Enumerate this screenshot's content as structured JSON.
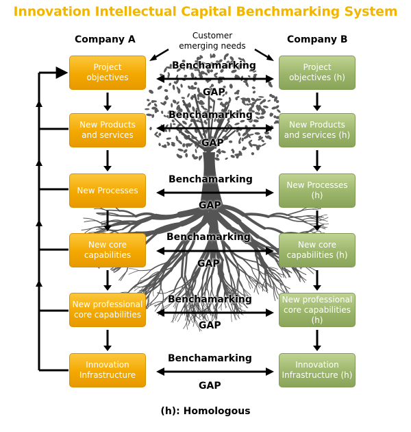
{
  "title": "Innovation Intellectual Capital Benchmarking System",
  "company_a": "Company A",
  "company_b": "Company B",
  "customer_line1": "Customer",
  "customer_line2": "emerging needs",
  "benchmark_label": "Benchamarking",
  "gap_label": "GAP",
  "footnote": "(h): Homologous",
  "rows": [
    {
      "a": "Project objectives",
      "b": "Project objectives (h)"
    },
    {
      "a": "New Products and services",
      "b": "New Products and services (h)"
    },
    {
      "a": "New Processes",
      "b": "New Processes (h)"
    },
    {
      "a": "New core capabilities",
      "b": "New core capabilities (h)"
    },
    {
      "a": "New professional core capabilities",
      "b": "New professional core capabilities (h)"
    },
    {
      "a": "Innovation Infrastructure",
      "b": "Innovation Infrastructure (h)"
    }
  ],
  "colors": {
    "title": "#f2b600",
    "company_a_box": "#f3a800",
    "company_b_box": "#9bb56a",
    "tree": "#5a5a5a"
  }
}
